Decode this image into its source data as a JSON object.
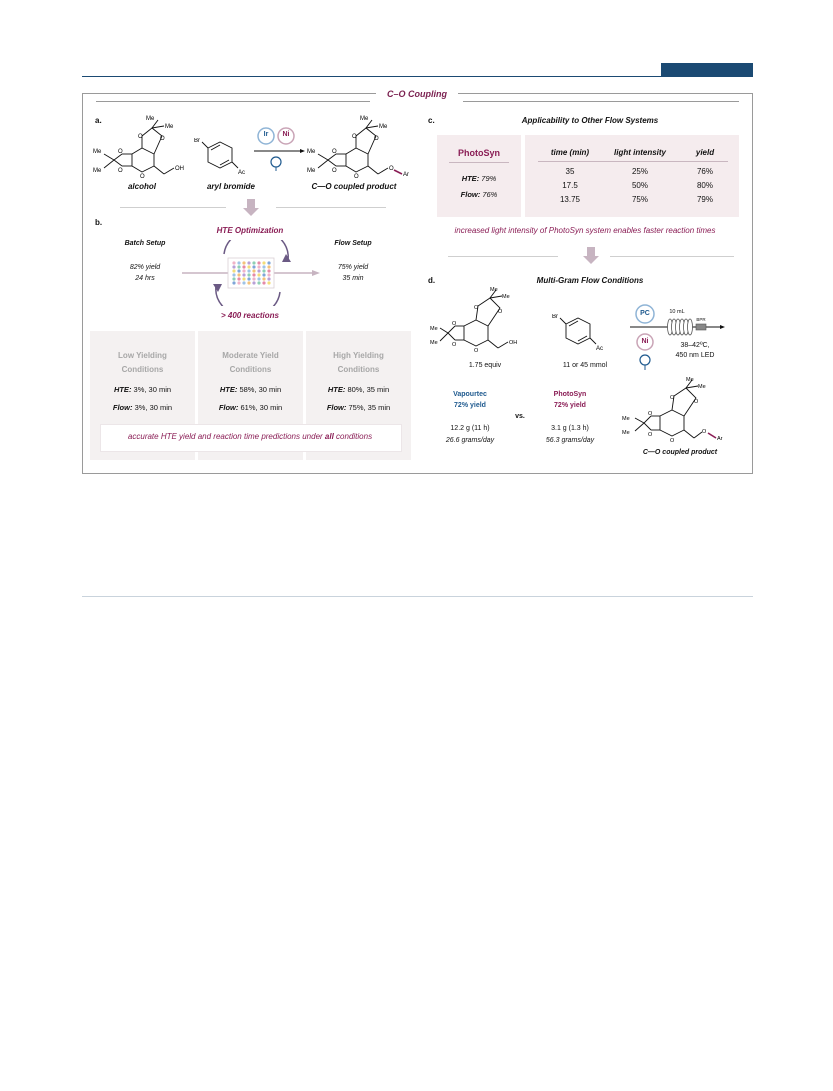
{
  "frame": {
    "title": "C–O Coupling"
  },
  "panel_a": {
    "label": "a.",
    "captions": {
      "alcohol": "alcohol",
      "aryl_bromide": "aryl bromide",
      "product": "C—O coupled product"
    },
    "atoms": {
      "me": "Me",
      "o": "O",
      "oh": "OH",
      "br": "Br",
      "ac": "Ac",
      "ar": "Ar"
    },
    "catalysts": {
      "ir": "Ir",
      "ni": "Ni"
    }
  },
  "panel_b": {
    "label": "b.",
    "hte_title": "HTE Optimization",
    "batch": {
      "title": "Batch Setup",
      "yield": "82% yield",
      "time": "24 hrs"
    },
    "flow": {
      "title": "Flow Setup",
      "yield": "75% yield",
      "time": "35 min"
    },
    "reactions": "> 400 reactions",
    "conditions": [
      {
        "title_line1": "Low Yielding",
        "title_line2": "Conditions",
        "hte_label": "HTE:",
        "hte_value": "3%, 30 min",
        "flow_label": "Flow:",
        "flow_value": "3%, 30 min"
      },
      {
        "title_line1": "Moderate Yield",
        "title_line2": "Conditions",
        "hte_label": "HTE:",
        "hte_value": "58%, 30 min",
        "flow_label": "Flow:",
        "flow_value": "61%, 30 min"
      },
      {
        "title_line1": "High Yielding",
        "title_line2": "Conditions",
        "hte_label": "HTE:",
        "hte_value": "80%, 35 min",
        "flow_label": "Flow:",
        "flow_value": "75%, 35 min"
      }
    ],
    "note_pre": "accurate HTE yield and reaction time predictions under ",
    "note_bold": "all",
    "note_post": " conditions",
    "plate_colors": [
      "#f0b3c8",
      "#9fc3e6",
      "#f4c27a",
      "#b9a0d6",
      "#8fd0b4",
      "#e58aa8",
      "#f3dd7a",
      "#7fa6d8"
    ]
  },
  "panel_c": {
    "label": "c.",
    "title": "Applicability to Other Flow Systems",
    "photosyn": {
      "name": "PhotoSyn",
      "hte_label": "HTE:",
      "hte_value": "79%",
      "flow_label": "Flow:",
      "flow_value": "76%"
    },
    "table": {
      "headers": [
        "time (min)",
        "light intensity",
        "yield"
      ],
      "rows": [
        [
          "35",
          "25%",
          "76%"
        ],
        [
          "17.5",
          "50%",
          "80%"
        ],
        [
          "13.75",
          "75%",
          "79%"
        ]
      ]
    },
    "note": "increased light intensity of PhotoSyn system enables faster reaction times"
  },
  "panel_d": {
    "label": "d.",
    "title": "Multi-Gram Flow Conditions",
    "alcohol_equiv": "1.75 equiv",
    "bromide_amount": "11 or 45 mmol",
    "pc": "PC",
    "ni": "Ni",
    "volume": "10 mL",
    "bpr": "BPR",
    "temp": "38–42ºC,",
    "led": "450 nm LED",
    "vapourtec": {
      "name": "Vapourtec",
      "yield": "72% yield",
      "amount": "12.2 g (11 h)",
      "rate": "26.6 grams/day"
    },
    "photosyn": {
      "name": "PhotoSyn",
      "yield": "72% yield",
      "amount": "3.1 g (1.3 h)",
      "rate": "56.3 grams/day"
    },
    "vs": "vs.",
    "product_caption": "C—O coupled product"
  }
}
